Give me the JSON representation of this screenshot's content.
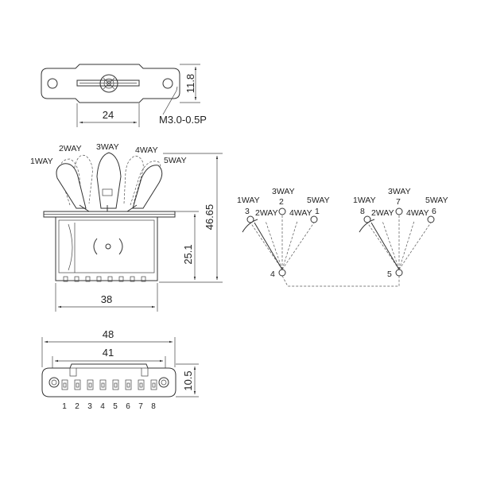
{
  "top_view": {
    "dim_height": "11.8",
    "dim_width": "24",
    "thread_note": "M3.0-0.5P"
  },
  "side_view": {
    "way_labels": [
      "1WAY",
      "2WAY",
      "3WAY",
      "4WAY",
      "5WAY"
    ],
    "dim_height": "46.65",
    "dim_body": "25.1",
    "dim_width": "38"
  },
  "bottom_view": {
    "dim_total": "48",
    "dim_inner": "41",
    "dim_height": "10.5",
    "pin_numbers": [
      "1",
      "2",
      "3",
      "4",
      "5",
      "6",
      "7",
      "8"
    ]
  },
  "schematic_left": {
    "way_labels": [
      "1WAY",
      "2WAY",
      "3WAY",
      "4WAY",
      "5WAY"
    ],
    "contact_numbers": [
      "3",
      "2",
      "1",
      "4"
    ]
  },
  "schematic_right": {
    "way_labels": [
      "1WAY",
      "2WAY",
      "3WAY",
      "4WAY",
      "5WAY"
    ],
    "contact_numbers": [
      "8",
      "7",
      "6",
      "5"
    ]
  }
}
